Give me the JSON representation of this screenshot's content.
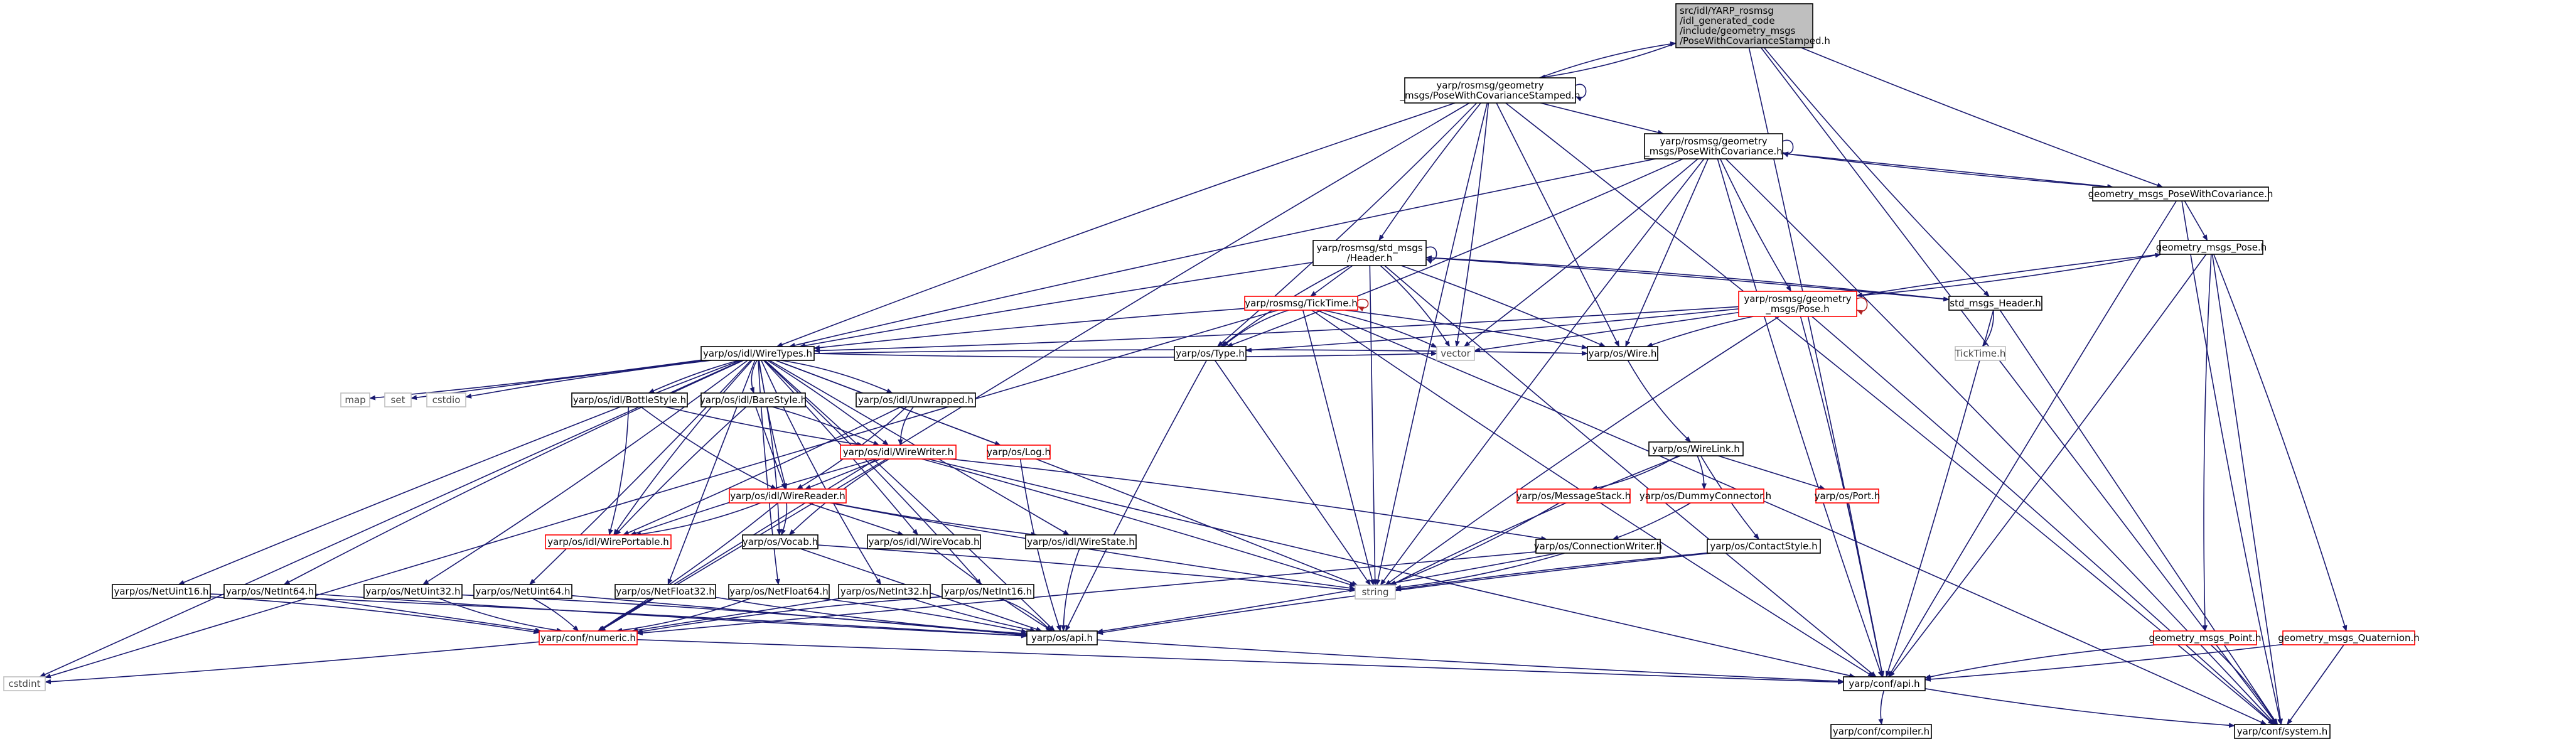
{
  "colors": {
    "edge": "#191970",
    "self_edge": "#b22222",
    "normal_border": "#000000",
    "truncated_border": "#ff0000",
    "missing_border": "#bfbfbf",
    "root_fill": "#bfbfbf",
    "text": "#000000",
    "missing_text": "#444444",
    "background": "#ffffff"
  },
  "nodes": [
    {
      "id": "root",
      "lines": [
        "src/idl/YARP_rosmsg",
        "/idl_generated_code",
        "/include/geometry_msgs",
        "/PoseWithCovarianceStamped.h"
      ],
      "style": "root"
    },
    {
      "id": "pwcs",
      "lines": [
        "yarp/rosmsg/geometry",
        "_msgs/PoseWithCovarianceStamped.h"
      ],
      "style": "normal"
    },
    {
      "id": "pwc",
      "lines": [
        "yarp/rosmsg/geometry",
        "_msgs/PoseWithCovariance.h"
      ],
      "style": "normal"
    },
    {
      "id": "g_pwc",
      "lines": [
        "geometry_msgs_PoseWithCovariance.h"
      ],
      "style": "normal"
    },
    {
      "id": "header",
      "lines": [
        "yarp/rosmsg/std_msgs",
        "/Header.h"
      ],
      "style": "normal"
    },
    {
      "id": "g_pose",
      "lines": [
        "geometry_msgs_Pose.h"
      ],
      "style": "normal"
    },
    {
      "id": "ticktime",
      "lines": [
        "yarp/rosmsg/TickTime.h"
      ],
      "style": "truncated"
    },
    {
      "id": "pose",
      "lines": [
        "yarp/rosmsg/geometry",
        "_msgs/Pose.h"
      ],
      "style": "truncated"
    },
    {
      "id": "std_header",
      "lines": [
        "std_msgs_Header.h"
      ],
      "style": "normal"
    },
    {
      "id": "ticktime_h",
      "lines": [
        "TickTime.h"
      ],
      "style": "missing"
    },
    {
      "id": "wiretypes",
      "lines": [
        "yarp/os/idl/WireTypes.h"
      ],
      "style": "normal"
    },
    {
      "id": "ostype",
      "lines": [
        "yarp/os/Type.h"
      ],
      "style": "normal"
    },
    {
      "id": "vector",
      "lines": [
        "vector"
      ],
      "style": "missing"
    },
    {
      "id": "wire",
      "lines": [
        "yarp/os/Wire.h"
      ],
      "style": "normal"
    },
    {
      "id": "map",
      "lines": [
        "map"
      ],
      "style": "missing"
    },
    {
      "id": "set",
      "lines": [
        "set"
      ],
      "style": "missing"
    },
    {
      "id": "cstdio",
      "lines": [
        "cstdio"
      ],
      "style": "missing"
    },
    {
      "id": "bottlestyle",
      "lines": [
        "yarp/os/idl/BottleStyle.h"
      ],
      "style": "normal"
    },
    {
      "id": "barestyle",
      "lines": [
        "yarp/os/idl/BareStyle.h"
      ],
      "style": "normal"
    },
    {
      "id": "unwrapped",
      "lines": [
        "yarp/os/idl/Unwrapped.h"
      ],
      "style": "normal"
    },
    {
      "id": "wirewriter",
      "lines": [
        "yarp/os/idl/WireWriter.h"
      ],
      "style": "truncated"
    },
    {
      "id": "log",
      "lines": [
        "yarp/os/Log.h"
      ],
      "style": "truncated"
    },
    {
      "id": "wirelink",
      "lines": [
        "yarp/os/WireLink.h"
      ],
      "style": "normal"
    },
    {
      "id": "msgstack",
      "lines": [
        "yarp/os/MessageStack.h"
      ],
      "style": "truncated"
    },
    {
      "id": "dummyconn",
      "lines": [
        "yarp/os/DummyConnector.h"
      ],
      "style": "truncated"
    },
    {
      "id": "port",
      "lines": [
        "yarp/os/Port.h"
      ],
      "style": "truncated"
    },
    {
      "id": "wirereader",
      "lines": [
        "yarp/os/idl/WireReader.h"
      ],
      "style": "truncated"
    },
    {
      "id": "wireportable",
      "lines": [
        "yarp/os/idl/WirePortable.h"
      ],
      "style": "truncated"
    },
    {
      "id": "vocab",
      "lines": [
        "yarp/os/Vocab.h"
      ],
      "style": "normal"
    },
    {
      "id": "wirevocab",
      "lines": [
        "yarp/os/idl/WireVocab.h"
      ],
      "style": "normal"
    },
    {
      "id": "wirestate",
      "lines": [
        "yarp/os/idl/WireState.h"
      ],
      "style": "normal"
    },
    {
      "id": "connwriter",
      "lines": [
        "yarp/os/ConnectionWriter.h"
      ],
      "style": "normal"
    },
    {
      "id": "contactstyle",
      "lines": [
        "yarp/os/ContactStyle.h"
      ],
      "style": "normal"
    },
    {
      "id": "string",
      "lines": [
        "string"
      ],
      "style": "missing"
    },
    {
      "id": "netuint16",
      "lines": [
        "yarp/os/NetUint16.h"
      ],
      "style": "normal"
    },
    {
      "id": "netint64",
      "lines": [
        "yarp/os/NetInt64.h"
      ],
      "style": "normal"
    },
    {
      "id": "netuint32",
      "lines": [
        "yarp/os/NetUint32.h"
      ],
      "style": "normal"
    },
    {
      "id": "netuint64",
      "lines": [
        "yarp/os/NetUint64.h"
      ],
      "style": "normal"
    },
    {
      "id": "netfloat32",
      "lines": [
        "yarp/os/NetFloat32.h"
      ],
      "style": "normal"
    },
    {
      "id": "netfloat64",
      "lines": [
        "yarp/os/NetFloat64.h"
      ],
      "style": "normal"
    },
    {
      "id": "netint32",
      "lines": [
        "yarp/os/NetInt32.h"
      ],
      "style": "normal"
    },
    {
      "id": "netint16",
      "lines": [
        "yarp/os/NetInt16.h"
      ],
      "style": "normal"
    },
    {
      "id": "numeric",
      "lines": [
        "yarp/conf/numeric.h"
      ],
      "style": "truncated"
    },
    {
      "id": "osapi",
      "lines": [
        "yarp/os/api.h"
      ],
      "style": "normal"
    },
    {
      "id": "cstdint",
      "lines": [
        "cstdint"
      ],
      "style": "missing"
    },
    {
      "id": "g_point",
      "lines": [
        "geometry_msgs_Point.h"
      ],
      "style": "truncated"
    },
    {
      "id": "g_quat",
      "lines": [
        "geometry_msgs_Quaternion.h"
      ],
      "style": "truncated"
    },
    {
      "id": "confapi",
      "lines": [
        "yarp/conf/api.h"
      ],
      "style": "normal"
    },
    {
      "id": "compiler",
      "lines": [
        "yarp/conf/compiler.h"
      ],
      "style": "normal"
    },
    {
      "id": "system",
      "lines": [
        "yarp/conf/system.h"
      ],
      "style": "normal"
    }
  ],
  "edges": [
    [
      "root",
      "pwcs"
    ],
    [
      "root",
      "confapi"
    ],
    [
      "root",
      "system"
    ],
    [
      "root",
      "g_pwc"
    ],
    [
      "root",
      "std_header"
    ],
    [
      "pwcs",
      "root"
    ],
    [
      "pwcs",
      "pwcs"
    ],
    [
      "pwcs",
      "pwc"
    ],
    [
      "pwcs",
      "header"
    ],
    [
      "pwcs",
      "wiretypes"
    ],
    [
      "pwcs",
      "ostype"
    ],
    [
      "pwcs",
      "vector"
    ],
    [
      "pwcs",
      "wire"
    ],
    [
      "pwcs",
      "string"
    ],
    [
      "pwcs",
      "numeric"
    ],
    [
      "pwcs",
      "system"
    ],
    [
      "pwc",
      "pwc"
    ],
    [
      "pwc",
      "g_pwc"
    ],
    [
      "pwc",
      "pose"
    ],
    [
      "pwc",
      "wiretypes"
    ],
    [
      "pwc",
      "ostype"
    ],
    [
      "pwc",
      "vector"
    ],
    [
      "pwc",
      "wire"
    ],
    [
      "pwc",
      "string"
    ],
    [
      "pwc",
      "confapi"
    ],
    [
      "pwc",
      "system"
    ],
    [
      "g_pwc",
      "pwc"
    ],
    [
      "g_pwc",
      "g_pose"
    ],
    [
      "g_pwc",
      "confapi"
    ],
    [
      "g_pwc",
      "system"
    ],
    [
      "header",
      "header"
    ],
    [
      "header",
      "std_header"
    ],
    [
      "header",
      "ticktime"
    ],
    [
      "header",
      "wiretypes"
    ],
    [
      "header",
      "ostype"
    ],
    [
      "header",
      "vector"
    ],
    [
      "header",
      "wire"
    ],
    [
      "header",
      "string"
    ],
    [
      "header",
      "confapi"
    ],
    [
      "std_header",
      "header"
    ],
    [
      "std_header",
      "ticktime_h"
    ],
    [
      "std_header",
      "confapi"
    ],
    [
      "std_header",
      "system"
    ],
    [
      "g_pose",
      "pose"
    ],
    [
      "g_pose",
      "g_point"
    ],
    [
      "g_pose",
      "g_quat"
    ],
    [
      "g_pose",
      "confapi"
    ],
    [
      "g_pose",
      "system"
    ],
    [
      "pose",
      "pose"
    ],
    [
      "pose",
      "g_pose"
    ],
    [
      "pose",
      "wiretypes"
    ],
    [
      "pose",
      "ostype"
    ],
    [
      "pose",
      "vector"
    ],
    [
      "pose",
      "wire"
    ],
    [
      "pose",
      "string"
    ],
    [
      "pose",
      "confapi"
    ],
    [
      "pose",
      "system"
    ],
    [
      "ticktime",
      "ticktime"
    ],
    [
      "ticktime",
      "wiretypes"
    ],
    [
      "ticktime",
      "ostype"
    ],
    [
      "ticktime",
      "vector"
    ],
    [
      "ticktime",
      "wire"
    ],
    [
      "ticktime",
      "string"
    ],
    [
      "ticktime",
      "cstdint"
    ],
    [
      "ticktime",
      "confapi"
    ],
    [
      "ticktime",
      "system"
    ],
    [
      "wiretypes",
      "map"
    ],
    [
      "wiretypes",
      "set"
    ],
    [
      "wiretypes",
      "cstdio"
    ],
    [
      "wiretypes",
      "vector"
    ],
    [
      "wiretypes",
      "wire"
    ],
    [
      "wiretypes",
      "string"
    ],
    [
      "wiretypes",
      "cstdint"
    ],
    [
      "wiretypes",
      "bottlestyle"
    ],
    [
      "wiretypes",
      "barestyle"
    ],
    [
      "wiretypes",
      "unwrapped"
    ],
    [
      "wiretypes",
      "wirewriter"
    ],
    [
      "wiretypes",
      "log"
    ],
    [
      "wiretypes",
      "wirereader"
    ],
    [
      "wiretypes",
      "wireportable"
    ],
    [
      "wiretypes",
      "vocab"
    ],
    [
      "wiretypes",
      "wirevocab"
    ],
    [
      "wiretypes",
      "wirestate"
    ],
    [
      "wiretypes",
      "netuint16"
    ],
    [
      "wiretypes",
      "netint64"
    ],
    [
      "wiretypes",
      "netuint32"
    ],
    [
      "wiretypes",
      "netuint64"
    ],
    [
      "wiretypes",
      "netfloat32"
    ],
    [
      "wiretypes",
      "netfloat64"
    ],
    [
      "wiretypes",
      "netint32"
    ],
    [
      "wiretypes",
      "netint16"
    ],
    [
      "wiretypes",
      "osapi"
    ],
    [
      "ostype",
      "string"
    ],
    [
      "ostype",
      "osapi"
    ],
    [
      "wire",
      "wirelink"
    ],
    [
      "wirelink",
      "msgstack"
    ],
    [
      "wirelink",
      "dummyconn"
    ],
    [
      "wirelink",
      "port"
    ],
    [
      "wirelink",
      "contactstyle"
    ],
    [
      "wirelink",
      "string"
    ],
    [
      "msgstack",
      "string"
    ],
    [
      "dummyconn",
      "connwriter"
    ],
    [
      "port",
      "confapi"
    ],
    [
      "contactstyle",
      "string"
    ],
    [
      "contactstyle",
      "osapi"
    ],
    [
      "connwriter",
      "string"
    ],
    [
      "connwriter",
      "osapi"
    ],
    [
      "connwriter",
      "numeric"
    ],
    [
      "bottlestyle",
      "wirewriter"
    ],
    [
      "bottlestyle",
      "wirereader"
    ],
    [
      "bottlestyle",
      "wireportable"
    ],
    [
      "barestyle",
      "wirewriter"
    ],
    [
      "barestyle",
      "wirereader"
    ],
    [
      "barestyle",
      "wireportable"
    ],
    [
      "unwrapped",
      "wirewriter"
    ],
    [
      "unwrapped",
      "wirereader"
    ],
    [
      "unwrapped",
      "wireportable"
    ],
    [
      "wirewriter",
      "wirereader"
    ],
    [
      "wirewriter",
      "wireportable"
    ],
    [
      "wirewriter",
      "vocab"
    ],
    [
      "wirewriter",
      "connwriter"
    ],
    [
      "wirewriter",
      "string"
    ],
    [
      "wirewriter",
      "numeric"
    ],
    [
      "wirewriter",
      "confapi"
    ],
    [
      "log",
      "osapi"
    ],
    [
      "wirereader",
      "wireportable"
    ],
    [
      "wirereader",
      "vocab"
    ],
    [
      "wirereader",
      "wirevocab"
    ],
    [
      "wirereader",
      "wirestate"
    ],
    [
      "wirereader",
      "string"
    ],
    [
      "wirereader",
      "numeric"
    ],
    [
      "vocab",
      "string"
    ],
    [
      "vocab",
      "osapi"
    ],
    [
      "wirevocab",
      "osapi"
    ],
    [
      "wirestate",
      "osapi"
    ],
    [
      "netuint16",
      "numeric"
    ],
    [
      "netuint16",
      "osapi"
    ],
    [
      "netint64",
      "numeric"
    ],
    [
      "netint64",
      "osapi"
    ],
    [
      "netuint32",
      "numeric"
    ],
    [
      "netuint32",
      "osapi"
    ],
    [
      "netuint64",
      "numeric"
    ],
    [
      "netuint64",
      "osapi"
    ],
    [
      "netfloat32",
      "numeric"
    ],
    [
      "netfloat32",
      "osapi"
    ],
    [
      "netfloat64",
      "numeric"
    ],
    [
      "netfloat64",
      "osapi"
    ],
    [
      "netint32",
      "numeric"
    ],
    [
      "netint32",
      "osapi"
    ],
    [
      "netint16",
      "numeric"
    ],
    [
      "netint16",
      "osapi"
    ],
    [
      "numeric",
      "cstdint"
    ],
    [
      "numeric",
      "confapi"
    ],
    [
      "osapi",
      "confapi"
    ],
    [
      "g_point",
      "confapi"
    ],
    [
      "g_point",
      "system"
    ],
    [
      "g_quat",
      "confapi"
    ],
    [
      "g_quat",
      "system"
    ],
    [
      "confapi",
      "compiler"
    ],
    [
      "confapi",
      "system"
    ]
  ]
}
